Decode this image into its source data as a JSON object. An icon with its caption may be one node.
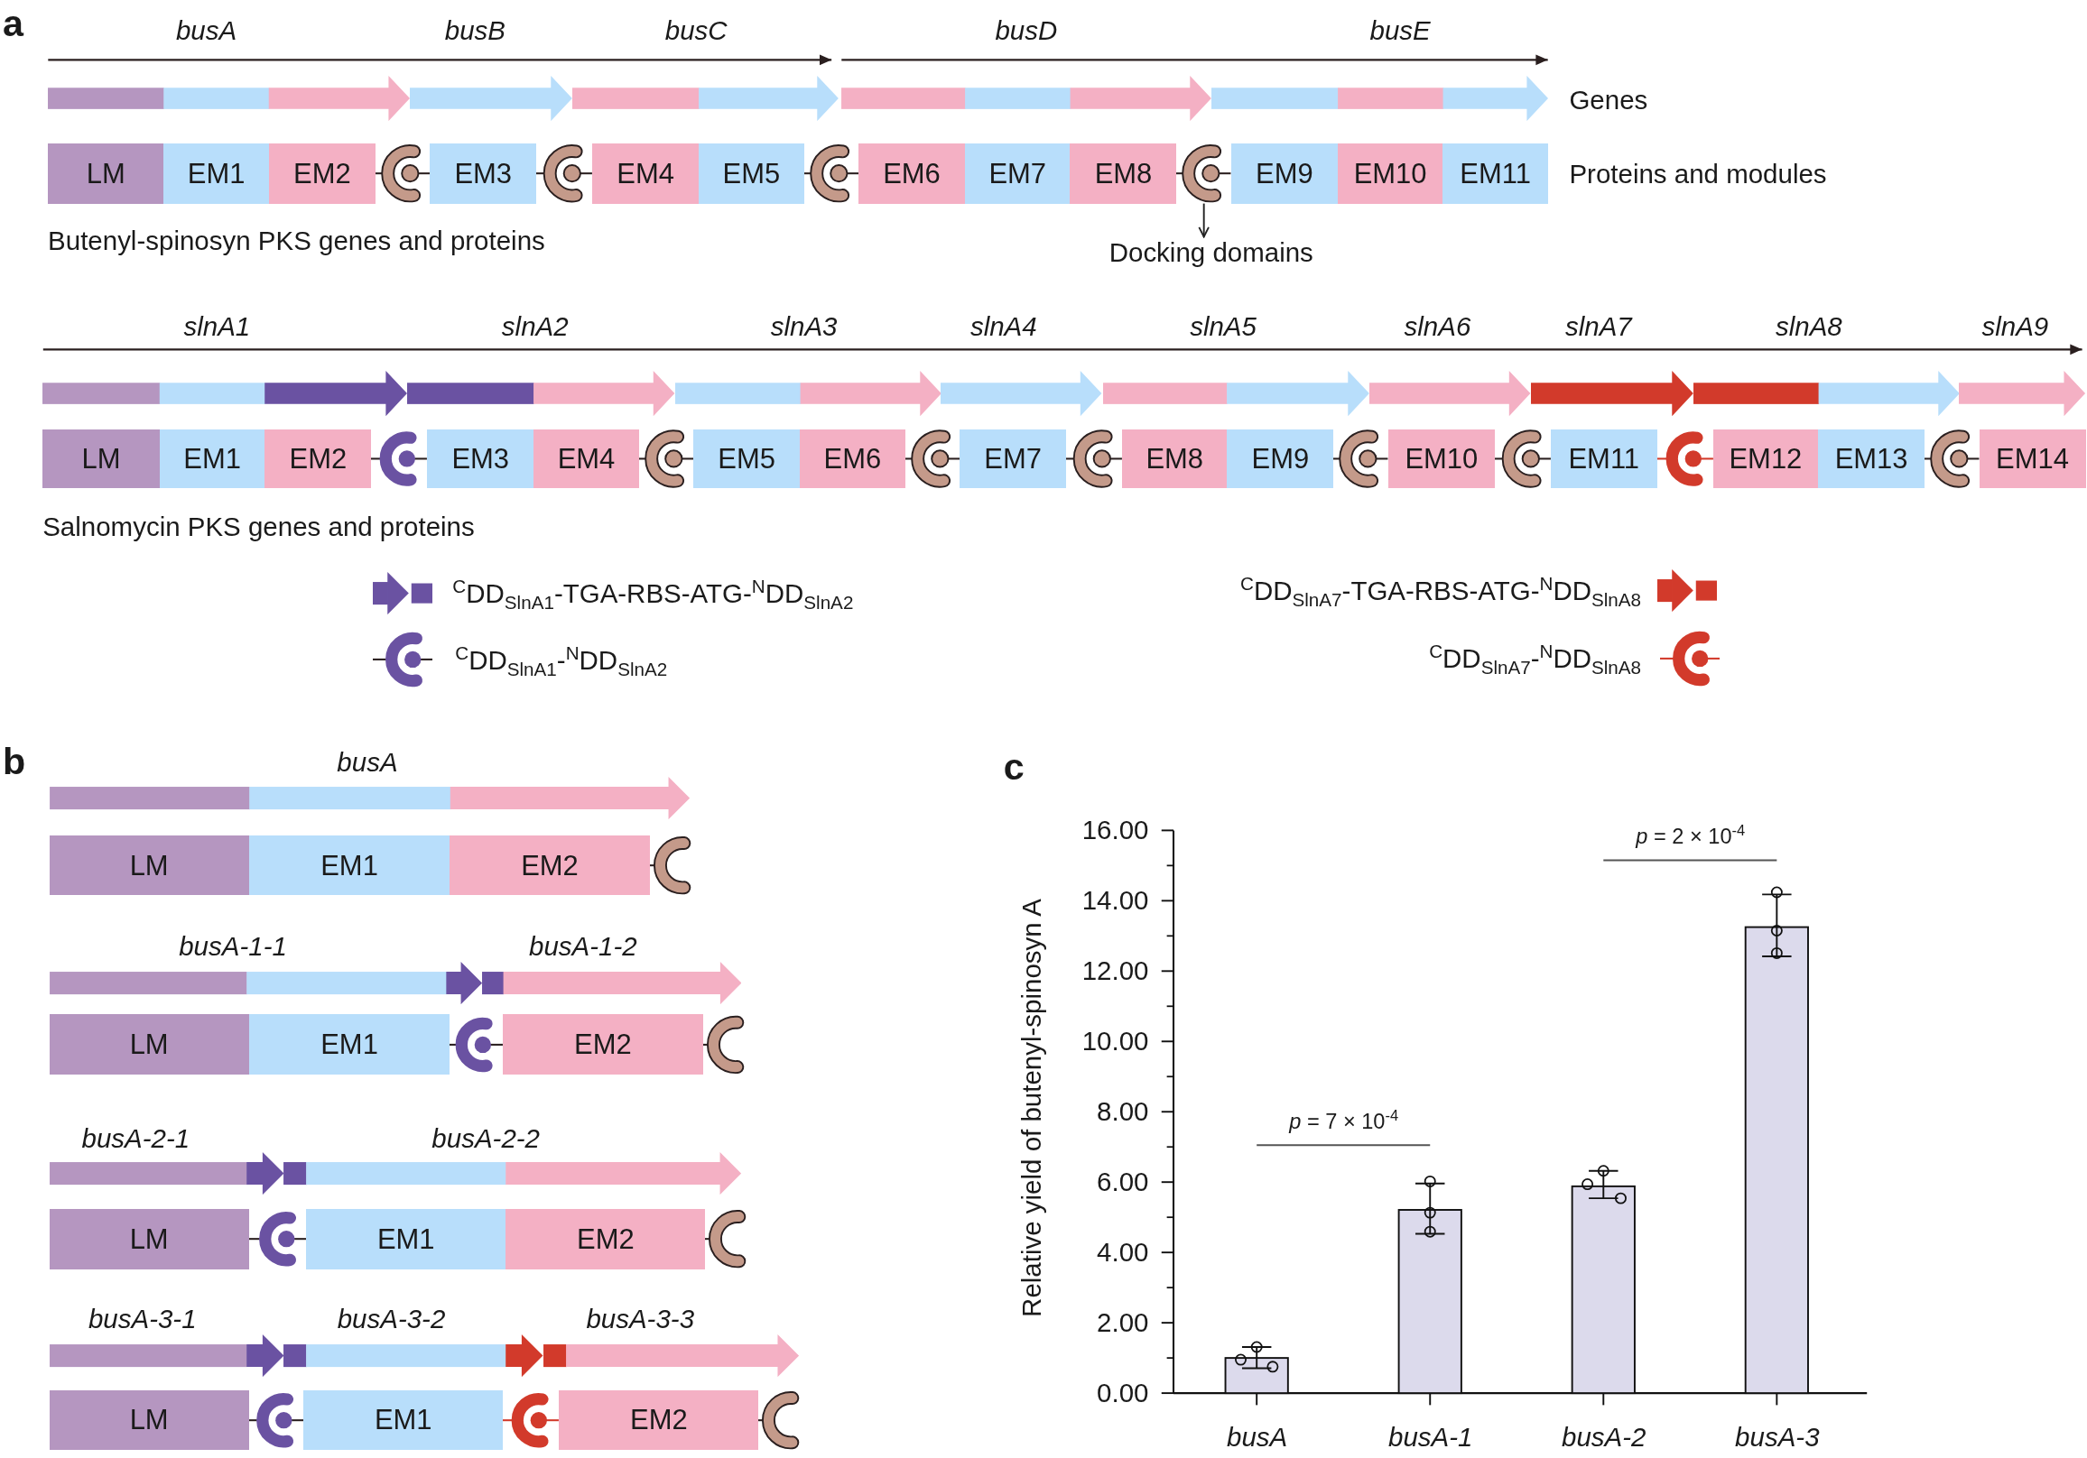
{
  "diagram": {
    "nodes": [
      {
        "text": [],
        "shape": "arrow",
        "beside": [
          "busA"
        ]
      },
      {
        "text": [],
        "shape": "arrow",
        "beside": [
          "busB"
        ]
      },
      {
        "text": [],
        "shape": "arrow",
        "beside": [
          "busC"
        ]
      },
      {
        "text": [],
        "shape": "arrow",
        "beside": [
          "busD"
        ]
      },
      {
        "text": [],
        "shape": "arrow",
        "beside": [
          "busE"
        ]
      },
      {
        "text": [
          "LM"
        ]
      },
      {
        "text": [
          "EM1"
        ]
      },
      {
        "text": [
          "EM2"
        ]
      },
      {
        "text": [
          "EM3"
        ]
      },
      {
        "text": [
          "EM4"
        ]
      },
      {
        "text": [
          "EM5"
        ]
      },
      {
        "text": [
          "EM6"
        ]
      },
      {
        "text": [
          "EM7"
        ]
      },
      {
        "text": [
          "EM8"
        ]
      },
      {
        "text": [],
        "shape": "circle"
      },
      {
        "text": [
          "EM9"
        ]
      },
      {
        "text": [
          "EM10"
        ]
      },
      {
        "text": [
          "EM11"
        ]
      },
      {
        "text": [
          "Docking domains"
        ]
      },
      {
        "text": [],
        "shape": "arrow",
        "beside": [
          "slnA1"
        ]
      },
      {
        "text": [],
        "shape": "arrow",
        "beside": [
          "slnA2"
        ]
      },
      {
        "text": [],
        "shape": "arrow",
        "beside": [
          "slnA3"
        ]
      },
      {
        "text": [],
        "shape": "arrow",
        "beside": [
          "slnA4"
        ]
      },
      {
        "text": [],
        "shape": "arrow",
        "beside": [
          "slnA5"
        ]
      },
      {
        "text": [],
        "shape": "arrow",
        "beside": [
          "slnA6"
        ]
      },
      {
        "text": [],
        "shape": "arrow",
        "beside": [
          "slnA7"
        ]
      },
      {
        "text": [],
        "shape": "arrow",
        "beside": [
          "slnA8"
        ]
      },
      {
        "text": [],
        "shape": "arrow",
        "beside": [
          "slnA9"
        ]
      },
      {
        "text": [
          "LM"
        ]
      },
      {
        "text": [
          "EM1"
        ]
      },
      {
        "text": [
          "EM2"
        ]
      },
      {
        "text": [
          "EM3"
        ]
      },
      {
        "text": [
          "EM4"
        ]
      },
      {
        "text": [
          "EM5"
        ]
      },
      {
        "text": [
          "EM6"
        ]
      },
      {
        "text": [
          "EM7"
        ]
      },
      {
        "text": [
          "EM8"
        ]
      },
      {
        "text": [
          "EM9"
        ]
      },
      {
        "text": [
          "EM10"
        ]
      },
      {
        "text": [
          "EM11"
        ]
      },
      {
        "text": [
          "EM12"
        ]
      },
      {
        "text": [
          "EM13"
        ]
      },
      {
        "text": [
          "EM14"
        ]
      },
      {
        "text": [],
        "shape": "arrow",
        "beside": [
          "busA"
        ]
      },
      {
        "text": [
          "LM"
        ]
      },
      {
        "text": [
          "EM1"
        ]
      },
      {
        "text": [
          "EM2"
        ]
      },
      {
        "text": [],
        "shape": "arrow",
        "beside": [
          "busA-1-1"
        ]
      },
      {
        "text": [],
        "shape": "arrow",
        "beside": [
          "busA-1-2"
        ]
      },
      {
        "text": [
          "LM"
        ]
      },
      {
        "text": [
          "EM1"
        ]
      },
      {
        "text": [
          "EM2"
        ]
      },
      {
        "text": [],
        "shape": "arrow",
        "beside": [
          "busA-2-1"
        ]
      },
      {
        "text": [],
        "shape": "arrow",
        "beside": [
          "busA-2-2"
        ]
      },
      {
        "text": [
          "LM"
        ]
      },
      {
        "text": [
          "EM1"
        ]
      },
      {
        "text": [
          "EM2"
        ]
      },
      {
        "text": [],
        "shape": "arrow",
        "beside": [
          "busA-3-1"
        ]
      },
      {
        "text": [],
        "shape": "arrow",
        "beside": [
          "busA-3-2"
        ]
      },
      {
        "text": [],
        "shape": "arrow",
        "beside": [
          "busA-3-3"
        ]
      },
      {
        "text": [
          "LM"
        ]
      },
      {
        "text": [
          "EM1"
        ]
      },
      {
        "text": [
          "EM2"
        ]
      }
    ],
    "edges": [
      {
        "from": 14,
        "to": 18,
        "arrow": "to"
      }
    ],
    "labels": [
      "a",
      "Genes",
      "Proteins and modules",
      "Butenyl-spinosyn PKS genes and proteins",
      "Salnomycin PKS genes and proteins",
      "b",
      "c"
    ],
    "legend": [
      {
        "text": "$^{C}$DD$_{SlnA1}$-TGA-RBS-ATG-$^{N}$DD$_{SlnA2}$"
      },
      {
        "text": "$^{C}$DD$_{SlnA7}$-TGA-RBS-ATG-$^{N}$DD$_{SlnA8}$"
      },
      {
        "text": "$^{C}$DD$_{SlnA1}$-$^{N}$DD$_{SlnA2}$"
      },
      {
        "text": "$^{C}$DD$_{SlnA7}$-$^{N}$DD$_{SlnA8}$"
      }
    ],
    "chart_data": {
      "type": "bar",
      "ylabel": "Relative yield of butenyl-spinosyn A",
      "categories": [
        "busA",
        "busA-1",
        "busA-2",
        "busA-3"
      ],
      "values": [
        1.0,
        5.21,
        5.88,
        13.25
      ],
      "errors": [
        [
          0.71,
          1.31
        ],
        [
          4.53,
          5.96
        ],
        [
          5.54,
          6.32
        ],
        [
          12.42,
          14.18
        ]
      ],
      "ylim": [
        0,
        16
      ],
      "yticks": [
        {
          "value": 0,
          "label": "0.00"
        },
        {
          "value": 2,
          "label": "2.00"
        },
        {
          "value": 4,
          "label": "4.00"
        },
        {
          "value": 6,
          "label": "6.00"
        },
        {
          "value": 8,
          "label": "8.00"
        },
        {
          "value": 10,
          "label": "10.00"
        },
        {
          "value": 12,
          "label": "12.00"
        },
        {
          "value": 14,
          "label": "14.00"
        },
        {
          "value": 16,
          "label": "16.00"
        }
      ],
      "annotations": [
        "*p* = 7 × 10$^{-4}$",
        "*p* = 2 × 10$^{-4}$"
      ]
    }
  }
}
